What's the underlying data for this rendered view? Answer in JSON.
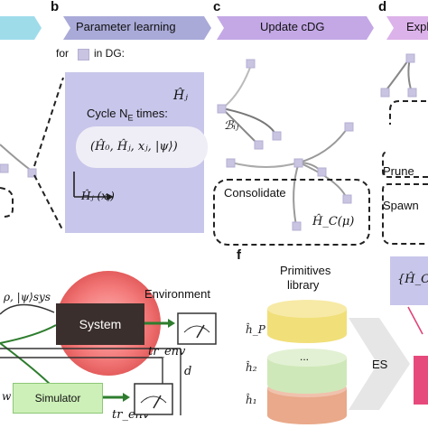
{
  "panels": {
    "a": {
      "letter": "",
      "banner": ""
    },
    "b": {
      "letter": "b",
      "banner": "Parameter learning"
    },
    "c": {
      "letter": "c",
      "banner": "Update cDG"
    },
    "d": {
      "letter": "d",
      "banner": "Expl"
    },
    "f": {
      "letter": "f"
    }
  },
  "param_learning": {
    "for_label": "for",
    "in_dg_label": "in DG:",
    "cycle_label": "Cycle N",
    "cycle_sub": "E",
    "cycle_suffix": "times:",
    "tuple": "(Ĥ₀, Ĥⱼ, xⱼ, |ψ⟩)",
    "hj_label": "Ĥⱼ",
    "axis_label": "Ĥⱼ (xⱼ)"
  },
  "update_cdg": {
    "bij_label": "ℬᵢⱼ",
    "consolidate_label": "Consolidate",
    "hc_label": "Ĥ_C(μ)"
  },
  "explore": {
    "prune_label": "Prune",
    "spawn_label": "Spawn",
    "hc_box_label": "{Ĥ_C"
  },
  "experiment": {
    "environment_label": "Environment",
    "system_label": "System",
    "simulator_label": "Simulator",
    "psi_label": "ρ, |ψ⟩sys",
    "tr_env_top": "tr_env",
    "tr_env_bottom": "tr_env",
    "d_label": "d",
    "w_label": "w"
  },
  "primitives": {
    "title_line1": "Primitives",
    "title_line2": "library",
    "hp_label": "ĥ_P",
    "h2_label": "ĥ₂",
    "h1_label": "ĥ₁",
    "dots": "...",
    "es_label": "ES"
  },
  "colors": {
    "banner_a": "#9fdcea",
    "banner_b": "#a9aad8",
    "banner_c": "#c4a8e6",
    "banner_d": "#dcb2ea",
    "panel_b_bg": "#c8c6ea",
    "system_glow": "#f26a6a",
    "cyl_yellow": "#f1df7a",
    "cyl_green": "#cfe8b9",
    "cyl_orange": "#e9a98a"
  }
}
